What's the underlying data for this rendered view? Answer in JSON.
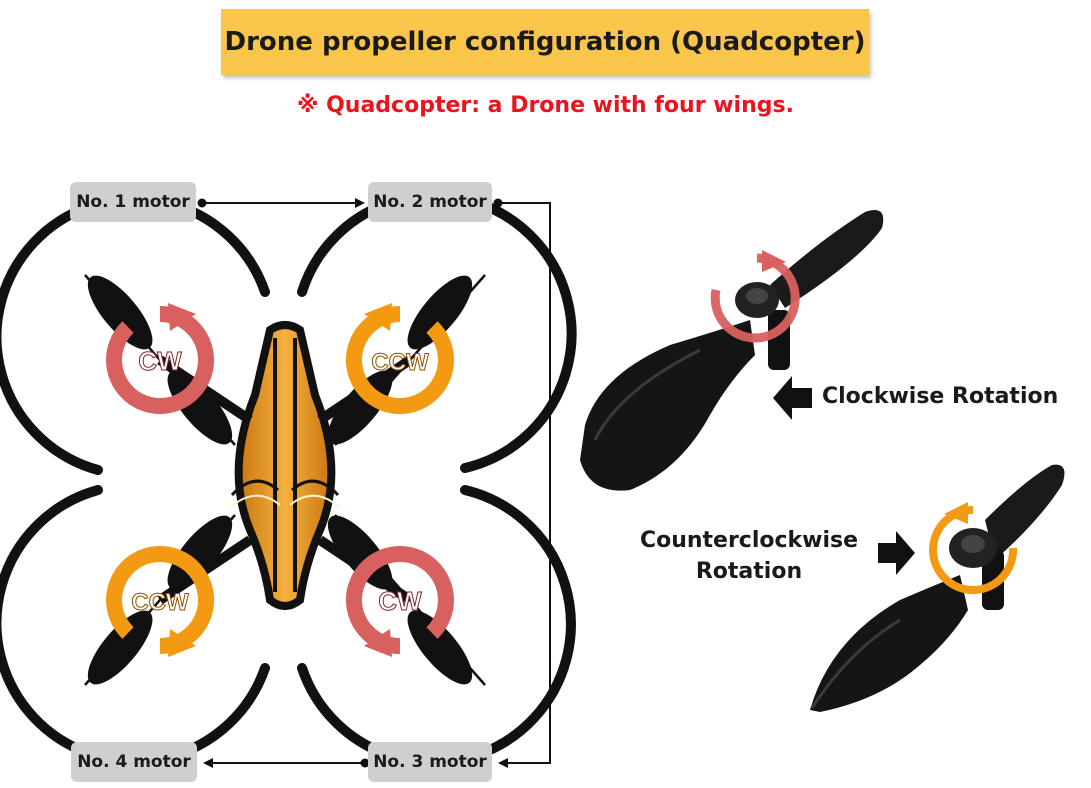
{
  "title": "Drone propeller configuration (Quadcopter)",
  "subtitle": "※ Quadcopter: a Drone with four wings.",
  "motors": {
    "m1": "No. 1 motor",
    "m2": "No. 2 motor",
    "m3": "No. 3 motor",
    "m4": "No. 4 motor"
  },
  "rotors": {
    "r1": "CW",
    "r2": "CCW",
    "r3": "CW",
    "r4": "CCW"
  },
  "legend": {
    "clockwise": "Clockwise Rotation",
    "counterclockwise_line1": "Counterclockwise",
    "counterclockwise_line2": "Rotation"
  },
  "colors": {
    "cw": "#d8605e",
    "ccw": "#f39a12",
    "title_bg": "#f9c54a",
    "subtitle": "#e8151f"
  }
}
